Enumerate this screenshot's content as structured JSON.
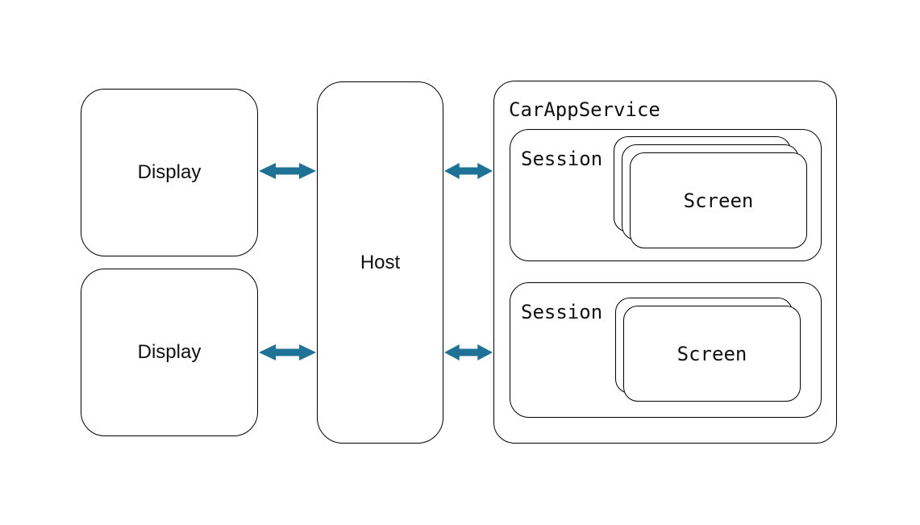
{
  "colors": {
    "background": "#ffffff",
    "stroke": "#000000",
    "arrow": "#1d7296",
    "text": "#111111"
  },
  "diagram": {
    "displays": [
      {
        "label": "Display"
      },
      {
        "label": "Display"
      }
    ],
    "host": {
      "label": "Host"
    },
    "service": {
      "label": "CarAppService",
      "sessions": [
        {
          "label": "Session",
          "screens": [
            {
              "label": "Screen"
            },
            {
              "label": "Screen"
            },
            {
              "label": "Screen"
            }
          ]
        },
        {
          "label": "Session",
          "screens": [
            {
              "label": "Screen"
            },
            {
              "label": "Screen"
            }
          ]
        }
      ]
    },
    "connections": [
      {
        "from": "Display",
        "to": "Host",
        "direction": "bidirectional"
      },
      {
        "from": "Display",
        "to": "Host",
        "direction": "bidirectional"
      },
      {
        "from": "Host",
        "to": "CarAppService",
        "direction": "bidirectional"
      },
      {
        "from": "Host",
        "to": "CarAppService",
        "direction": "bidirectional"
      }
    ]
  }
}
